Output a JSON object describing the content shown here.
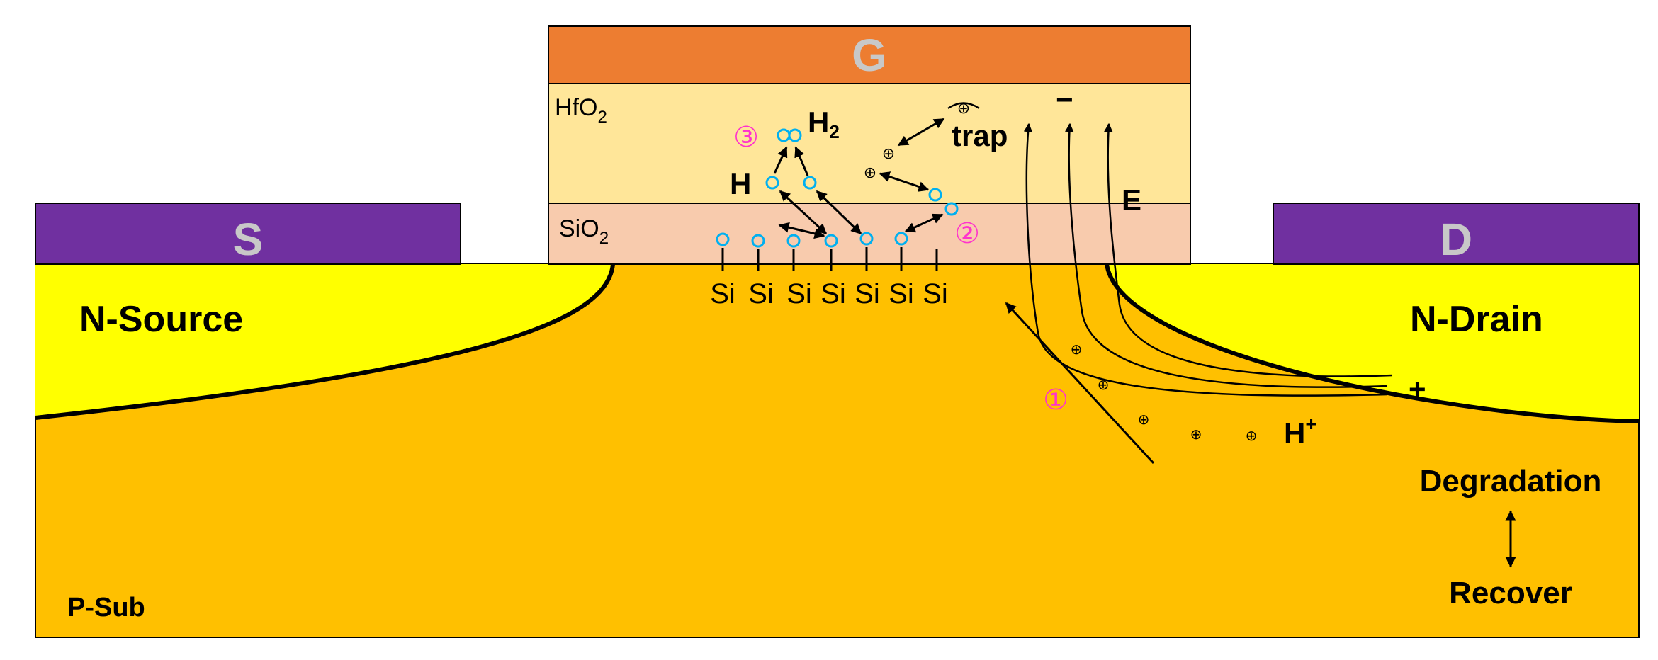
{
  "colors": {
    "gate": "#ED7D31",
    "hfo2": "#FFE699",
    "sio2": "#F8CBAD",
    "contact": "#7030A0",
    "n_region": "#FFFF00",
    "substrate": "#FFC000",
    "atom": "#00B0F0",
    "marker": "#FF33CC",
    "pad_text": "#C8C8C8"
  },
  "pads": {
    "gate": "G",
    "source": "S",
    "drain": "D"
  },
  "regions": {
    "source": "N-Source",
    "drain": "N-Drain",
    "substrate": "P-Sub"
  },
  "oxides": {
    "hfo2": {
      "base": "HfO",
      "sub": "2"
    },
    "sio2": {
      "base": "SiO",
      "sub": "2"
    }
  },
  "si_atoms": [
    "Si",
    "Si",
    "Si",
    "Si",
    "Si",
    "Si",
    "Si"
  ],
  "species": {
    "hydrogen": "H",
    "h2": {
      "base": "H",
      "sub": "2"
    },
    "proton": {
      "base": "H",
      "sup": "+"
    },
    "trap": "trap",
    "positive_charge": "⊕"
  },
  "field": {
    "label": "E",
    "minus": "−",
    "plus": "+"
  },
  "markers": [
    "①",
    "②",
    "③"
  ],
  "process": {
    "top": "Degradation",
    "bottom": "Recover"
  },
  "icons": [
    "double-arrow-icon",
    "trap-icon",
    "positive-charge-icon"
  ]
}
